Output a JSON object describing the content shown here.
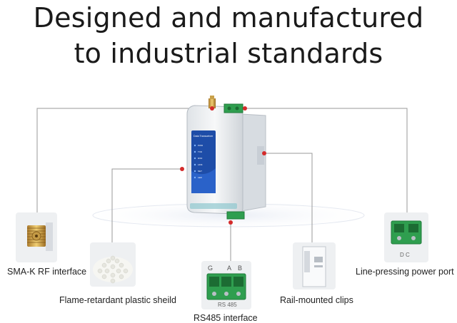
{
  "headline": {
    "line1": "Designed and manufactured",
    "line2": "to industrial standards"
  },
  "device": {
    "brand_text": "Data Transceiver",
    "led_labels": [
      "PWR",
      "TXD",
      "RXD",
      "LINK",
      "NET",
      "LED"
    ]
  },
  "features": [
    {
      "label": "SMA-K RF interface",
      "icon": "sma-connector-icon"
    },
    {
      "label": "Flame-retardant plastic sheild",
      "icon": "plastic-pellets-icon"
    },
    {
      "label": "RS485 interface",
      "icon": "rs485-terminal-icon"
    },
    {
      "label": "Rail-mounted clips",
      "icon": "rail-clip-icon"
    },
    {
      "label": "Line-pressing power port",
      "icon": "power-terminal-icon"
    }
  ],
  "rs485_terminal": {
    "pins": [
      "G",
      "A",
      "B"
    ],
    "marking": "RS 485"
  },
  "power_terminal": {
    "marking": "D C"
  },
  "colors": {
    "accent_red": "#d42b2b",
    "line_gray": "#9a9a9a",
    "terminal_green": "#2f9e4f",
    "device_white": "#eef0f2"
  }
}
